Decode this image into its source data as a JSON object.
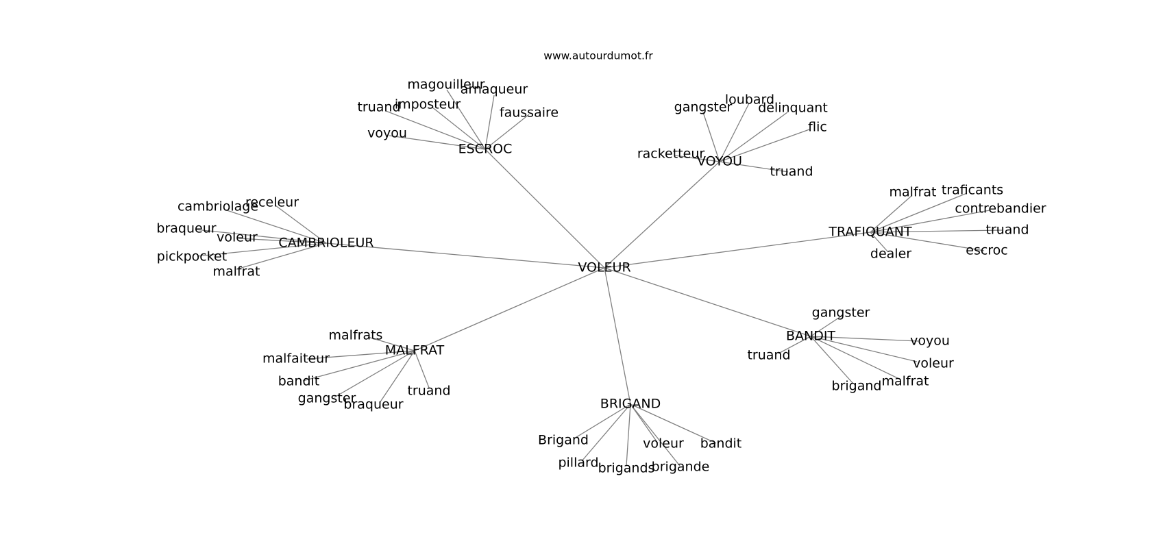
{
  "title": "www.autourdumot.fr",
  "root": "VOLEUR",
  "edge_color": "#808080",
  "hubs": [
    {
      "label": "ESCROC",
      "leaves": [
        "magouilleur",
        "arnaqueur",
        "imposteur",
        "truand",
        "faussaire",
        "voyou"
      ]
    },
    {
      "label": "VOYOU",
      "leaves": [
        "loubard",
        "gangster",
        "délinquant",
        "flic",
        "racketteur",
        "truand"
      ]
    },
    {
      "label": "CAMBRIOLEUR",
      "leaves": [
        "receleur",
        "cambriolage",
        "braqueur",
        "voleur",
        "pickpocket",
        "malfrat"
      ]
    },
    {
      "label": "TRAFIQUANT",
      "leaves": [
        "malfrat",
        "traficants",
        "contrebandier",
        "truand",
        "escroc",
        "dealer"
      ]
    },
    {
      "label": "MALFRAT",
      "leaves": [
        "malfrats",
        "malfaiteur",
        "bandit",
        "gangster",
        "braqueur",
        "truand"
      ]
    },
    {
      "label": "BANDIT",
      "leaves": [
        "gangster",
        "voyou",
        "truand",
        "voleur",
        "brigand",
        "malfrat"
      ]
    },
    {
      "label": "BRIGAND",
      "leaves": [
        "Brigand",
        "pillard",
        "brigands",
        "voleur",
        "brigande",
        "bandit"
      ]
    }
  ]
}
